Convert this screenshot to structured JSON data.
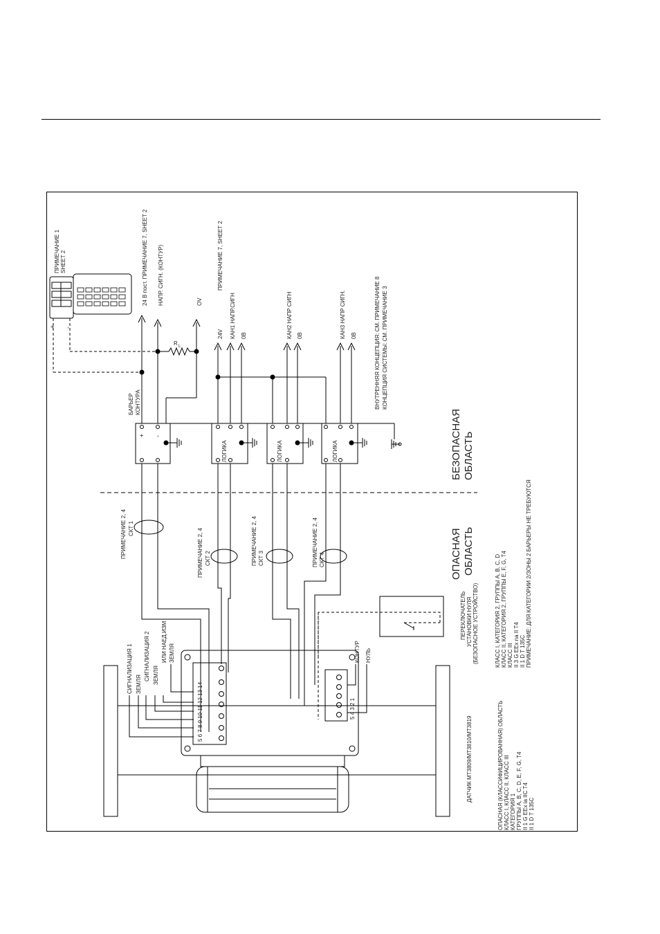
{
  "page": {
    "note1": "ПРИМЕЧАНИЕ 1",
    "sheet2": "SHEET 2",
    "plus_sign": "+",
    "minus_sign": "-",
    "rl_label": "R",
    "rl_sub": "L",
    "barrier_loop": "БАРЬЕР",
    "barrier_loop2": "КОНТУРА",
    "logic": "ЛОГИКА",
    "safe_area_1": "БЕЗОПАСНАЯ",
    "safe_area_2": "ОБЛАСТЬ",
    "hazard_area_1": "ОПАСНАЯ",
    "hazard_area_2": "ОБЛАСТЬ",
    "outputs": {
      "v24_note": "24 В пост. ПРИМЕЧАНИЕ 7, SHEET 2",
      "signal_loop": "НАПР. СИГН. (КОНТУР)",
      "ov": "OV",
      "v24": "24V",
      "note7": "ПРИМЕЧАНИЕ 7, SHEET 2",
      "ch1": "КАН1 НАПР.СИГН",
      "zero_v": "0В",
      "ch2": "КАН2 НАПР СИГН",
      "ch3": "КАН3 НАПР СИГН.",
      "internal_note": "ВНУТРЕННЯЯ КОНЦЕПЦИЯ: СМ. ПРИМЕЧАНИЕ 8",
      "system_note": "КОНЦЕПЦИЯ СИСТЕМЫ: СМ. ПРИМЕЧАНИЕ 3"
    },
    "circuits": {
      "note24": "ПРИМЕЧАНИЕ 2, 4",
      "ckt1": "СКТ 1",
      "ckt2": "СКТ 2",
      "ckt3": "СКТ 3",
      "ckt4": "СКТ 4"
    },
    "terminal_labels": {
      "alarm1": "СИГНАЛИЗАЦИЯ 1",
      "ground1": "ЗЕМЛЯ",
      "alarm2": "СИГНАЛИЗАЦИЯ 2",
      "ground2": "ЗЕМЛЯ",
      "or_ground": "ИЛИ НАЕД.ИЗМ",
      "ground3": "ЗЕМЛЯ",
      "loop": "КОНТУР",
      "zero": "НУЛЬ",
      "nums": "5  6  7  8  9  10  11  12  13  14",
      "nums2": "5  4  3  2  1"
    },
    "switch": {
      "l1": "ПЕРЕКЛЮЧАТЕЛЬ",
      "l2": "УСТАНОВКИ НУЛЯ",
      "l3": "(БЕЗОПАСНОЕ УСТРОЙСТВО)"
    },
    "class_block": {
      "l1": "КЛАСС I, КАТЕГОРИЯ 2, ГРУППЫ A, B, C, D",
      "l2": "КЛАСС II, КАТЕГОРИЯ 2, ГРУППЫ E, F, G, T4",
      "l3": "КЛАСС III",
      "l4": "II 3 G EEx na II T4",
      "l5": "II 1 D T 135C",
      "l6": "ПРИМЕЧАНИЕ: ДЛЯ КАТЕГОРИИ 2/ЗОНЫ 2 БАРЬЕРЫ НЕ ТРЕБУЮТСЯ"
    },
    "sensor_label": "ДАТЧИК МТ3809/МТ3810/МТ3819",
    "hazard_block": {
      "l1": "ОПАСНАЯ (КЛАССИФИЦИРОВАННАЯ) ОБЛАСТЬ",
      "l2": "КЛАСС I, КЛАСС II, КЛАСС III",
      "l3": "КАТЕГОРИЯ 1",
      "l4": "ГРУППЫ A, B, C, D, E, F, G, T4",
      "l5": "II 1 G EEx ia IIC T4",
      "l6": "II 1 D T 135C"
    }
  }
}
